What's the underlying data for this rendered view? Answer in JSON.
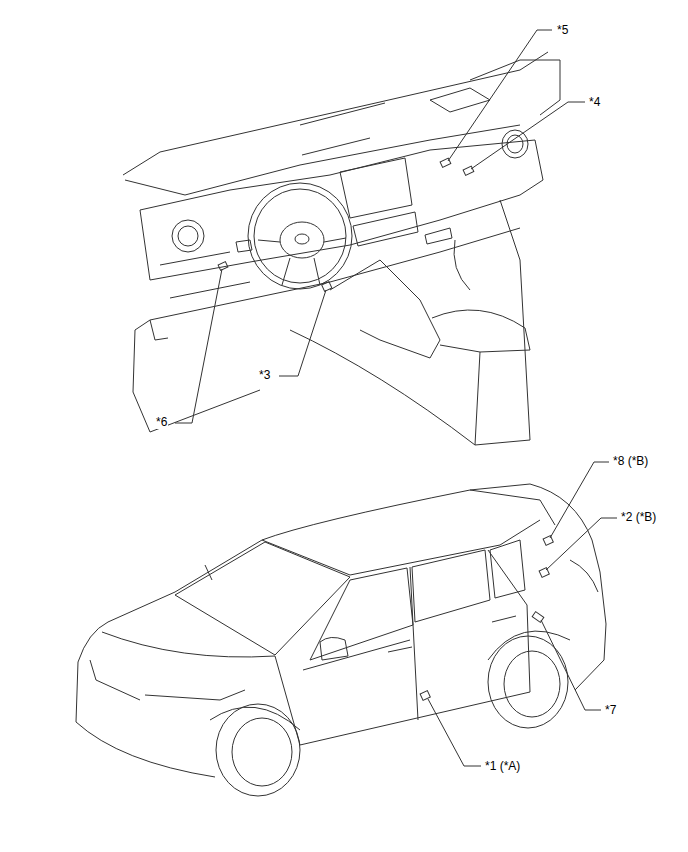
{
  "diagram": {
    "labels": [
      "*5",
      "*4",
      "*3",
      "*6",
      "*8 (*B)",
      "*2 (*B)",
      "*7",
      "*1 (*A)"
    ]
  }
}
